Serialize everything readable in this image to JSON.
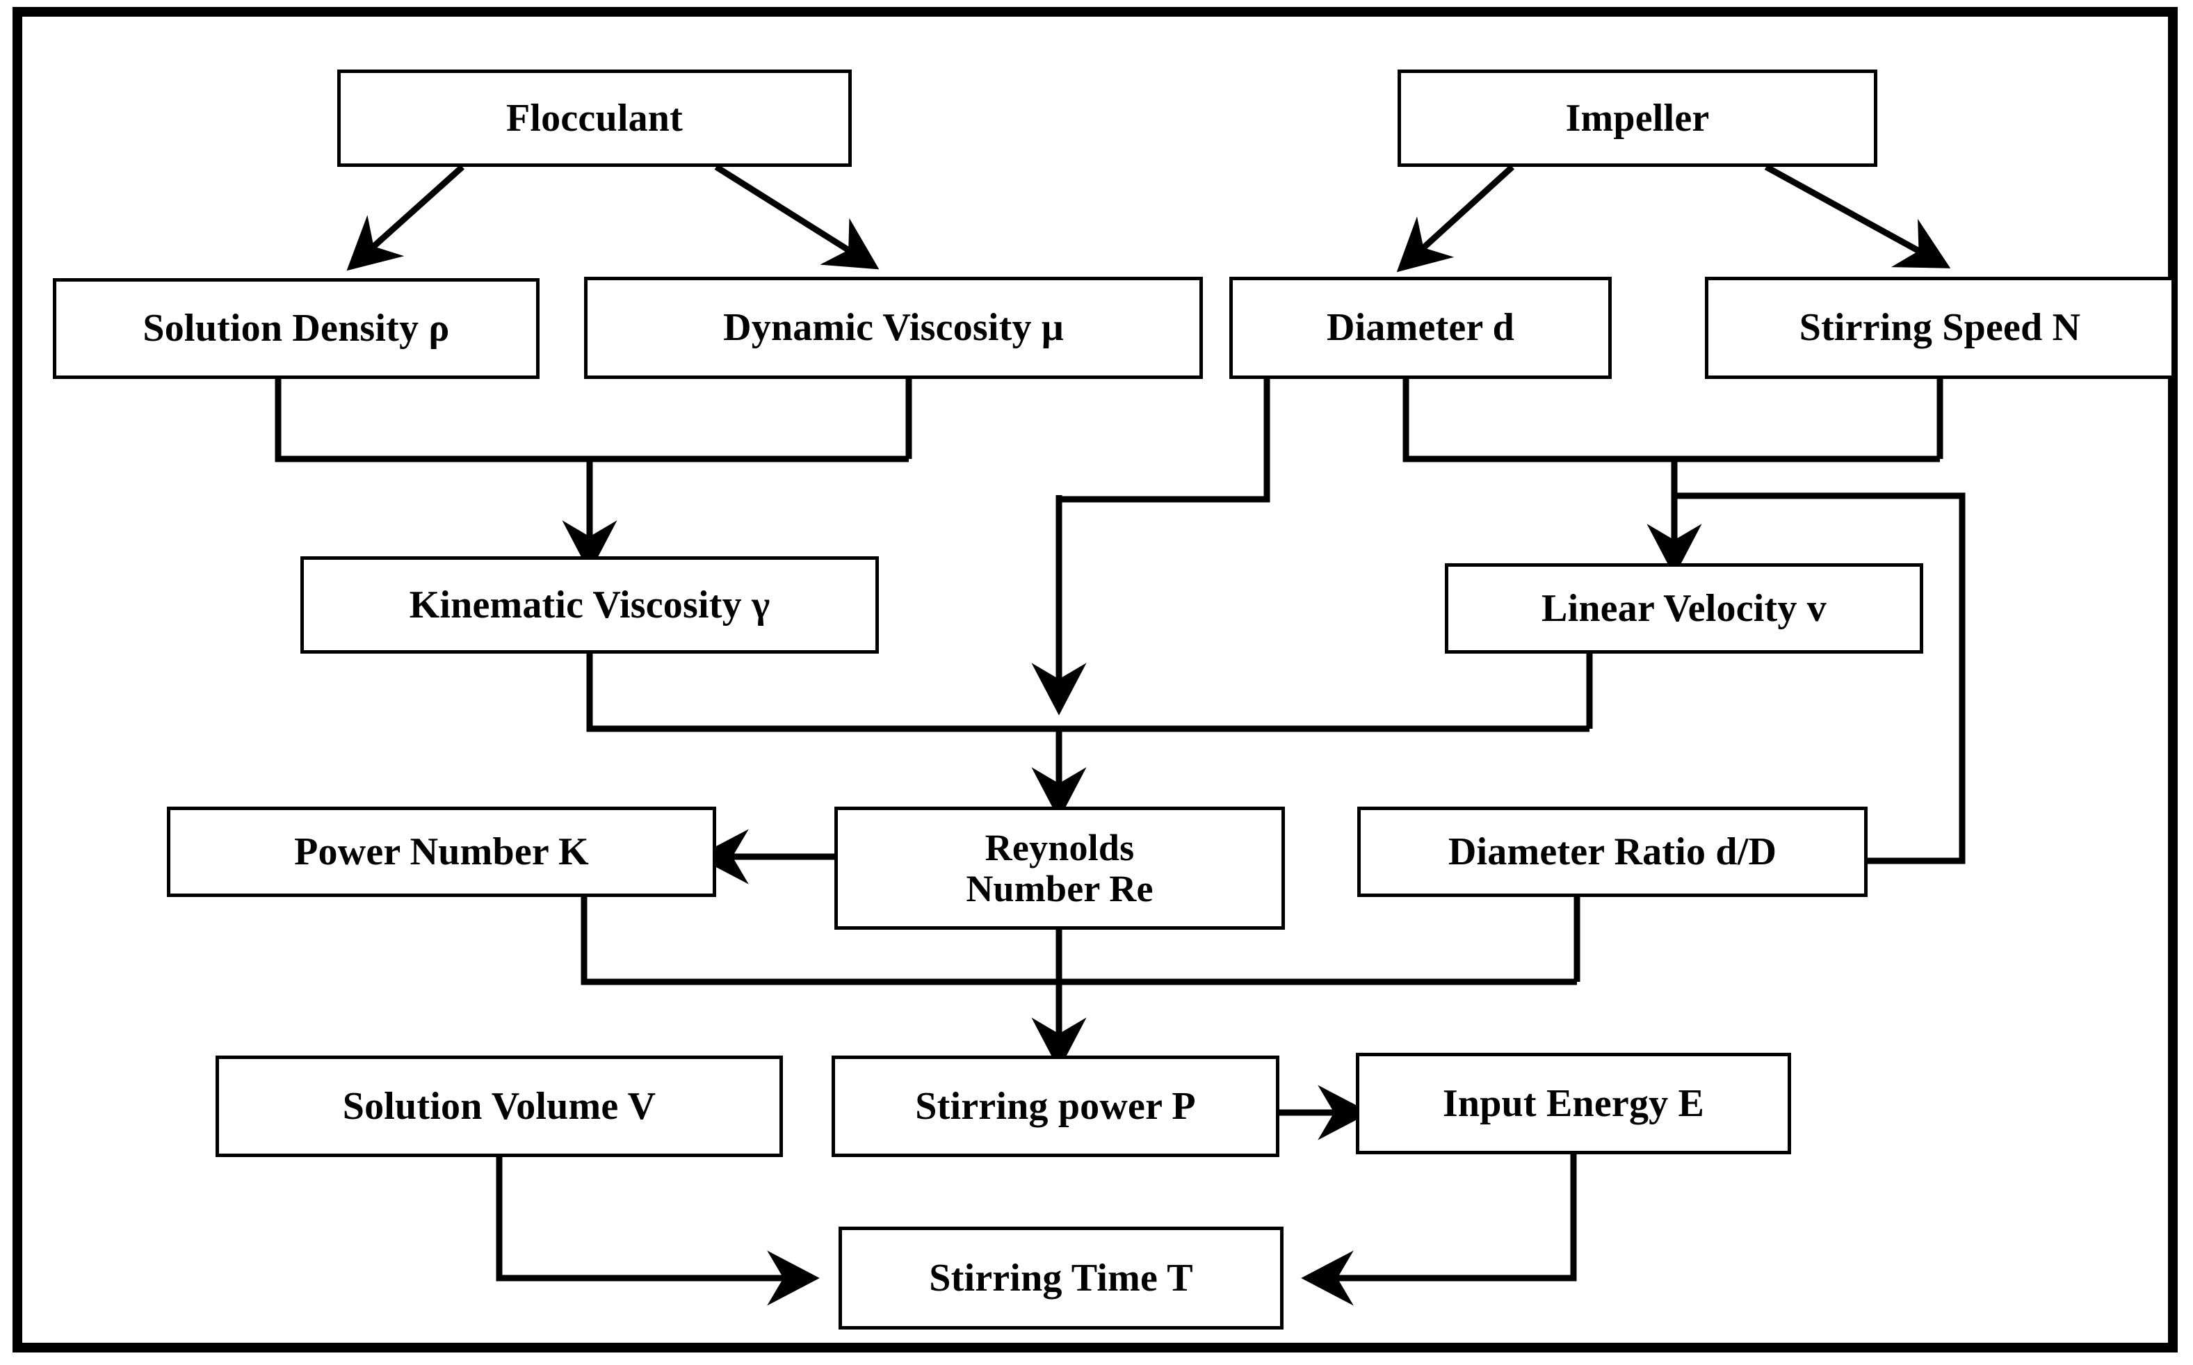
{
  "figure": {
    "type": "flowchart",
    "orientation": "top-down",
    "background_color": "#ffffff",
    "line_color": "#000000",
    "border_color": "#000000",
    "node_fill": "#ffffff"
  },
  "nodes": [
    {
      "id": "flocculant",
      "label": "Flocculant"
    },
    {
      "id": "impeller",
      "label": "Impeller"
    },
    {
      "id": "solution_density",
      "label": "Solution Density ρ"
    },
    {
      "id": "dynamic_viscosity",
      "label": "Dynamic Viscosity μ"
    },
    {
      "id": "diameter",
      "label": "Diameter d"
    },
    {
      "id": "stirring_speed",
      "label": "Stirring Speed N"
    },
    {
      "id": "kinematic_viscosity",
      "label": "Kinematic Viscosity γ"
    },
    {
      "id": "linear_velocity",
      "label": "Linear Velocity v"
    },
    {
      "id": "power_number",
      "label": "Power Number K"
    },
    {
      "id": "reynolds_number",
      "label": "Reynolds\nNumber Re",
      "line1": "Reynolds",
      "line2": "Number Re"
    },
    {
      "id": "diameter_ratio",
      "label": "Diameter Ratio d/D"
    },
    {
      "id": "solution_volume",
      "label": "Solution Volume V"
    },
    {
      "id": "stirring_power",
      "label": "Stirring power P"
    },
    {
      "id": "input_energy",
      "label": "Input Energy E"
    },
    {
      "id": "stirring_time",
      "label": "Stirring Time T"
    }
  ],
  "edges": [
    {
      "from": "flocculant",
      "to": "solution_density",
      "style": "diagonal-arrow"
    },
    {
      "from": "flocculant",
      "to": "dynamic_viscosity",
      "style": "diagonal-arrow"
    },
    {
      "from": "impeller",
      "to": "diameter",
      "style": "diagonal-arrow"
    },
    {
      "from": "impeller",
      "to": "stirring_speed",
      "style": "diagonal-arrow"
    },
    {
      "from": "solution_density",
      "to": "kinematic_viscosity",
      "style": "orthogonal-merge-arrow"
    },
    {
      "from": "dynamic_viscosity",
      "to": "kinematic_viscosity",
      "style": "orthogonal-merge-arrow"
    },
    {
      "from": "diameter",
      "to": "linear_velocity",
      "style": "orthogonal-merge-arrow"
    },
    {
      "from": "stirring_speed",
      "to": "linear_velocity",
      "style": "orthogonal-merge-arrow"
    },
    {
      "from": "diameter",
      "to": "reynolds_number",
      "style": "orthogonal-arrow"
    },
    {
      "from": "kinematic_viscosity",
      "to": "reynolds_number",
      "style": "orthogonal-merge-arrow"
    },
    {
      "from": "linear_velocity",
      "to": "reynolds_number",
      "style": "orthogonal-merge-arrow"
    },
    {
      "from": "stirring_speed",
      "to": "diameter_ratio",
      "style": "orthogonal-line"
    },
    {
      "from": "reynolds_number",
      "to": "power_number",
      "style": "straight-arrow-left"
    },
    {
      "from": "power_number",
      "to": "stirring_power",
      "style": "orthogonal-merge-arrow"
    },
    {
      "from": "reynolds_number",
      "to": "stirring_power",
      "style": "orthogonal-merge-arrow"
    },
    {
      "from": "diameter_ratio",
      "to": "stirring_power",
      "style": "orthogonal-merge-arrow"
    },
    {
      "from": "stirring_power",
      "to": "input_energy",
      "style": "straight-arrow-right"
    },
    {
      "from": "solution_volume",
      "to": "stirring_time",
      "style": "orthogonal-arrow-right"
    },
    {
      "from": "input_energy",
      "to": "stirring_time",
      "style": "orthogonal-arrow-left"
    }
  ]
}
